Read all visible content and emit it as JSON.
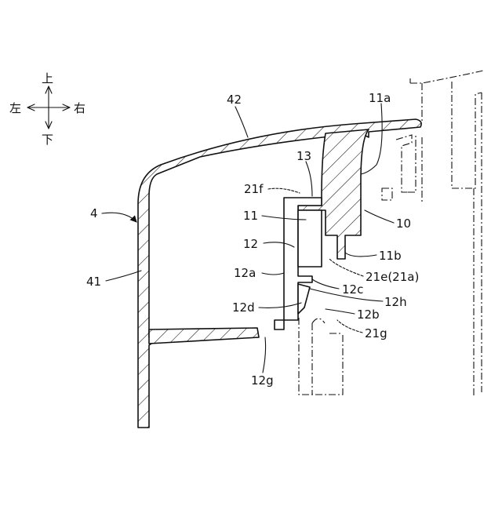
{
  "compass": {
    "up": "上",
    "down": "下",
    "left": "左",
    "right": "右"
  },
  "labels": {
    "l4": "4",
    "l41": "41",
    "l42": "42",
    "l11a": "11a",
    "l13": "13",
    "l21f": "21f",
    "l11": "11",
    "l12": "12",
    "l10": "10",
    "l11b": "11b",
    "l12a": "12a",
    "l21e": "21e(21a)",
    "l12c": "12c",
    "l12h": "12h",
    "l12d": "12d",
    "l12b": "12b",
    "l21g": "21g",
    "l12g": "12g"
  }
}
